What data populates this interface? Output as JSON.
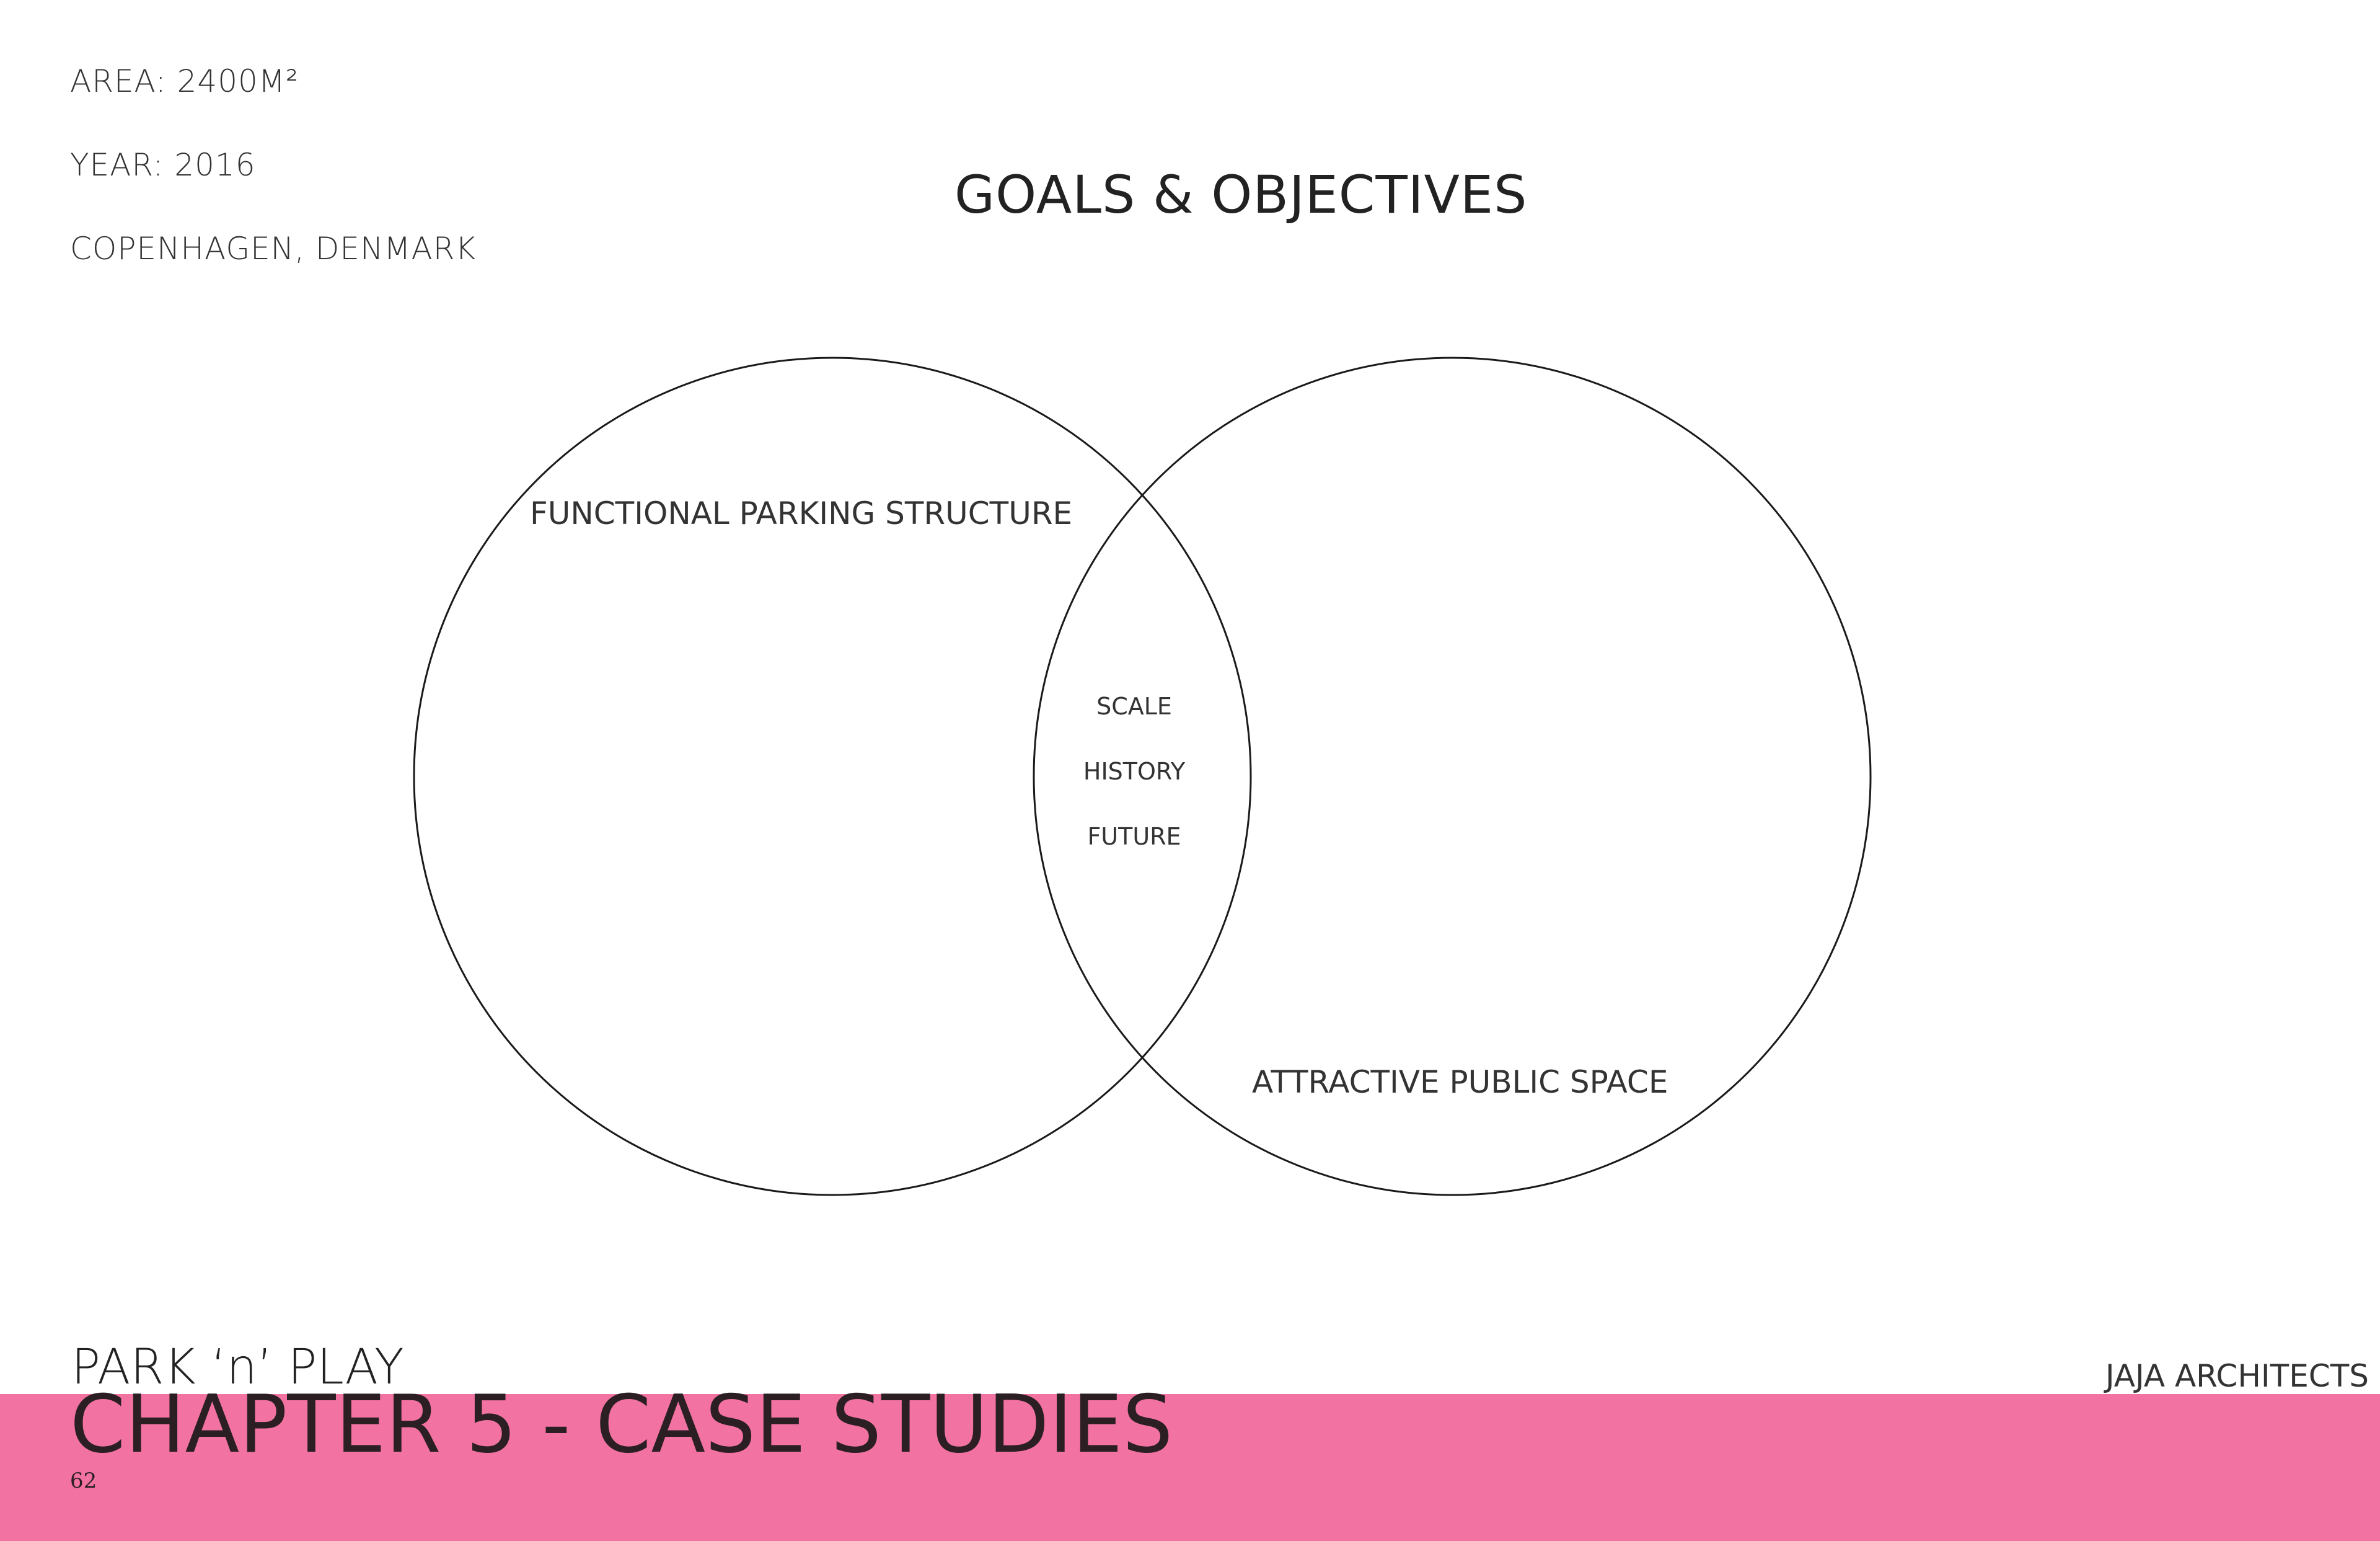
{
  "project_info": {
    "area": "AREA:  2400M²",
    "year": "YEAR: 2016",
    "location": "COPENHAGEN, DENMARK"
  },
  "title": "GOALS & OBJECTIVES",
  "venn": {
    "left_label": "FUNCTIONAL PARKING STRUCTURE",
    "right_label": "ATTRACTIVE PUBLIC SPACE",
    "overlap": [
      "SCALE",
      "HISTORY",
      "FUTURE"
    ],
    "stroke_color": "#1a1a1a"
  },
  "footer": {
    "project": "PARK ‘n’ PLAY",
    "firm": "JAJA ARCHITECTS",
    "chapter": "CHAPTER 5 - CASE STUDIES",
    "page_number": "62",
    "band_color": "#f272a1"
  }
}
